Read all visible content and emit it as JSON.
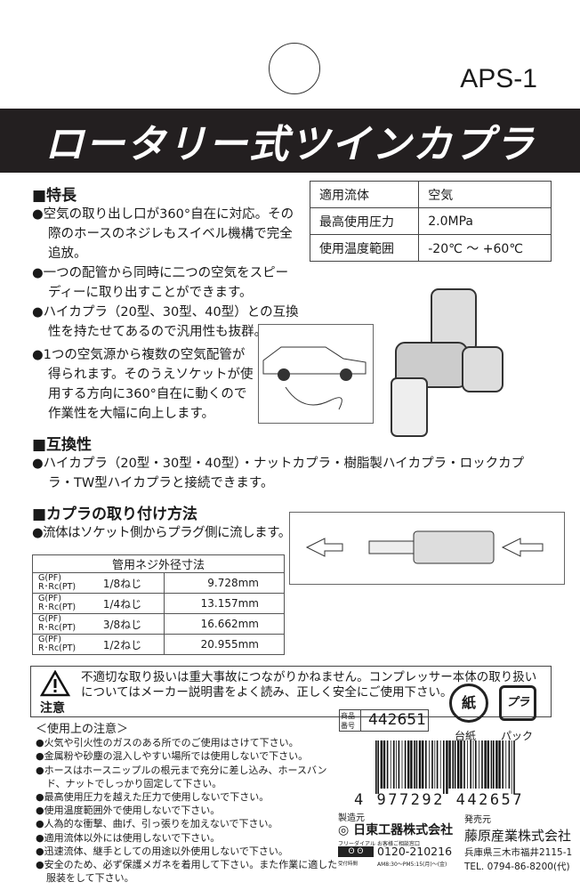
{
  "model": "APS-1",
  "title": "ロータリー式ツインカプラ",
  "features": {
    "heading": "■特長",
    "items": [
      "●空気の取り出し口が360°自在に対応。その際のホースのネジレもスイベル機構で完全追放。",
      "●一つの配管から同時に二つの空気をスピーディーに取り出すことができます。",
      "●ハイカプラ（20型、30型、40型）との互換性を持たせてあるので汎用性も抜群。",
      "●1つの空気源から複数の空気配管が得られます。そのうえソケットが使用する方向に360°自在に動くので作業性を大幅に向上します。"
    ]
  },
  "spec": [
    {
      "label": "適用流体",
      "value": "空気"
    },
    {
      "label": "最高使用圧力",
      "value": "2.0MPa"
    },
    {
      "label": "使用温度範囲",
      "value": "-20℃ 〜 +60℃"
    }
  ],
  "compat": {
    "heading": "■互換性",
    "text": "●ハイカプラ（20型・30型・40型）・ナットカプラ・樹脂製ハイカプラ・ロックカプラ・TW型ハイカプラと接続できます。"
  },
  "mount": {
    "heading": "■カプラの取り付け方法",
    "text": "●流体はソケット側からプラグ側に流します。"
  },
  "pipe_table": {
    "title": "管用ネジ外径寸法",
    "rows": [
      {
        "type": "G(PF)\nR･Rc(PT)",
        "size": "1/8ねじ",
        "dia": "9.728mm"
      },
      {
        "type": "G(PF)\nR･Rc(PT)",
        "size": "1/4ねじ",
        "dia": "13.157mm"
      },
      {
        "type": "G(PF)\nR･Rc(PT)",
        "size": "3/8ねじ",
        "dia": "16.662mm"
      },
      {
        "type": "G(PF)\nR･Rc(PT)",
        "size": "1/2ねじ",
        "dia": "20.955mm"
      }
    ]
  },
  "warning": {
    "label": "注意",
    "text": "不適切な取り扱いは重大事故につながりかねません。コンプレッサー本体の取り扱いについてはメーカー説明書をよく読み、正しく安全にご使用下さい。"
  },
  "notes": {
    "heading": "＜使用上の注意＞",
    "items": [
      "●火気や引火性のガスのある所でのご使用はさけて下さい。",
      "●金属粉や砂塵の混入しやすい場所では使用しないで下さい。",
      "●ホースはホースニップルの根元まで充分に差し込み、ホースバンド、ナットでしっかり固定して下さい。",
      "●最高使用圧力を越えた圧力で使用しないで下さい。",
      "●使用温度範囲外で使用しないで下さい。",
      "●人為的な衝撃、曲げ、引っ張りを加えないで下さい。",
      "●適用流体以外には使用しないで下さい。",
      "●迅速流体、継手としての用途以外使用しないで下さい。",
      "●安全のため、必ず保護メガネを着用して下さい。また作業に適した服装をして下さい。"
    ]
  },
  "product_no": {
    "label": "商品番号",
    "value": "442651"
  },
  "recycle": {
    "paper": "紙",
    "paper_label": "台紙",
    "plastic": "プラ",
    "plastic_label": "パック"
  },
  "barcode": "4 977292 442657",
  "maker": {
    "label": "製造元",
    "name": "日東工器株式会社",
    "free_dial": "フリーダイアル",
    "window": "お客様ご相談窓口",
    "phone": "0120-210216",
    "hours_label": "受付時間",
    "hours": "AM8:30〜PM5:15(月)〜(金)"
  },
  "seller": {
    "label": "発売元",
    "name": "藤原産業株式会社",
    "address": "兵庫県三木市福井2115-1",
    "tel": "TEL. 0794-86-8200(代)"
  }
}
